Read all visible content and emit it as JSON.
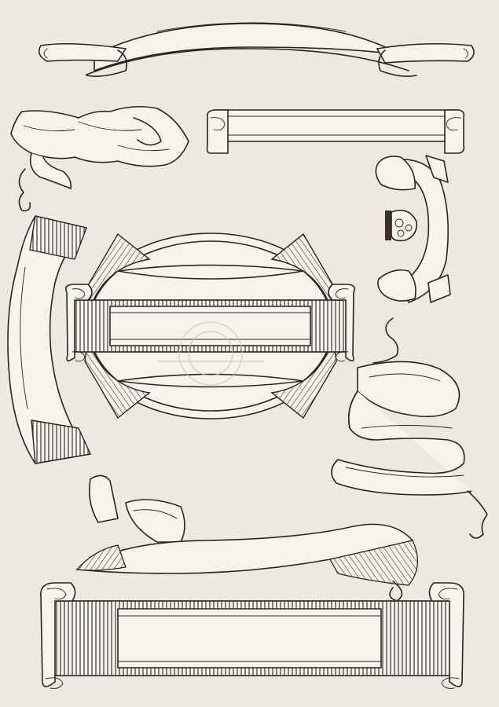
{
  "colors": {
    "background": "#ede8e2",
    "ink": "#2b2420",
    "paper": "#f6f2ec"
  },
  "banners": [
    {
      "name": "top-wave-ribbon"
    },
    {
      "name": "torn-ribbon"
    },
    {
      "name": "straight-scroll-ribbon"
    },
    {
      "name": "arched-ribbon-right"
    },
    {
      "name": "left-curved-ribbon"
    },
    {
      "name": "center-oval-frame"
    },
    {
      "name": "right-zigzag-ribbon"
    },
    {
      "name": "lower-wave-ribbon"
    },
    {
      "name": "bottom-wide-scroll"
    }
  ],
  "watermark": {
    "name": "watermark-logo"
  }
}
